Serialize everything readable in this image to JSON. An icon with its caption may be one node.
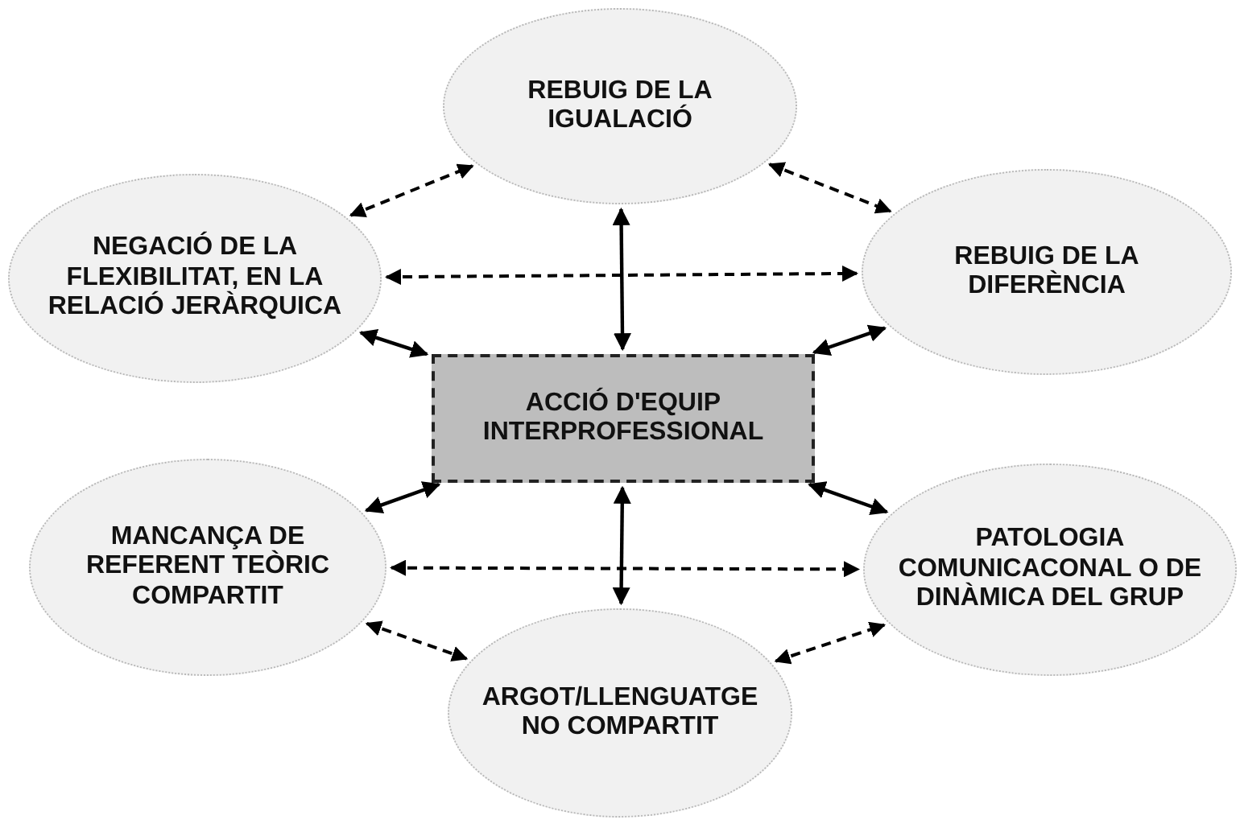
{
  "diagram": {
    "nodes": [
      {
        "text": [
          "REBUIG DE LA IGUALACIÓ"
        ]
      },
      {
        "text": [
          "NEGACIÓ DE LA FLEXIBILITAT, EN LA RELACIÓ JERÀRQUICA"
        ]
      },
      {
        "text": [
          "REBUIG DE LA DIFERÈNCIA"
        ]
      },
      {
        "text": [
          "ACCIÓ D'EQUIP INTERPROFESSIONAL"
        ]
      },
      {
        "text": [
          "MANCANÇA DE REFERENT TEÒRIC COMPARTIT"
        ]
      },
      {
        "text": [
          "PATOLOGIA COMUNICACONAL O DE DINÀMICA DEL GRUP"
        ]
      },
      {
        "text": [
          "ARGOT/LLENGUATGE NO COMPARTIT"
        ]
      }
    ],
    "edges": [
      {
        "from": 1,
        "to": 0,
        "arrow": "both",
        "style": "dashed"
      },
      {
        "from": 0,
        "to": 2,
        "arrow": "both",
        "style": "dashed"
      },
      {
        "from": 1,
        "to": 2,
        "arrow": "both",
        "style": "dashed"
      },
      {
        "from": 0,
        "to": 3,
        "arrow": "both"
      },
      {
        "from": 1,
        "to": 3,
        "arrow": "both"
      },
      {
        "from": 3,
        "to": 2,
        "arrow": "both"
      },
      {
        "from": 4,
        "to": 3,
        "arrow": "both"
      },
      {
        "from": 3,
        "to": 5,
        "arrow": "both"
      },
      {
        "from": 4,
        "to": 5,
        "arrow": "both",
        "style": "dashed"
      },
      {
        "from": 3,
        "to": 6,
        "arrow": "both"
      },
      {
        "from": 4,
        "to": 6,
        "arrow": "both",
        "style": "dashed"
      },
      {
        "from": 6,
        "to": 5,
        "arrow": "both",
        "style": "dashed"
      }
    ]
  }
}
